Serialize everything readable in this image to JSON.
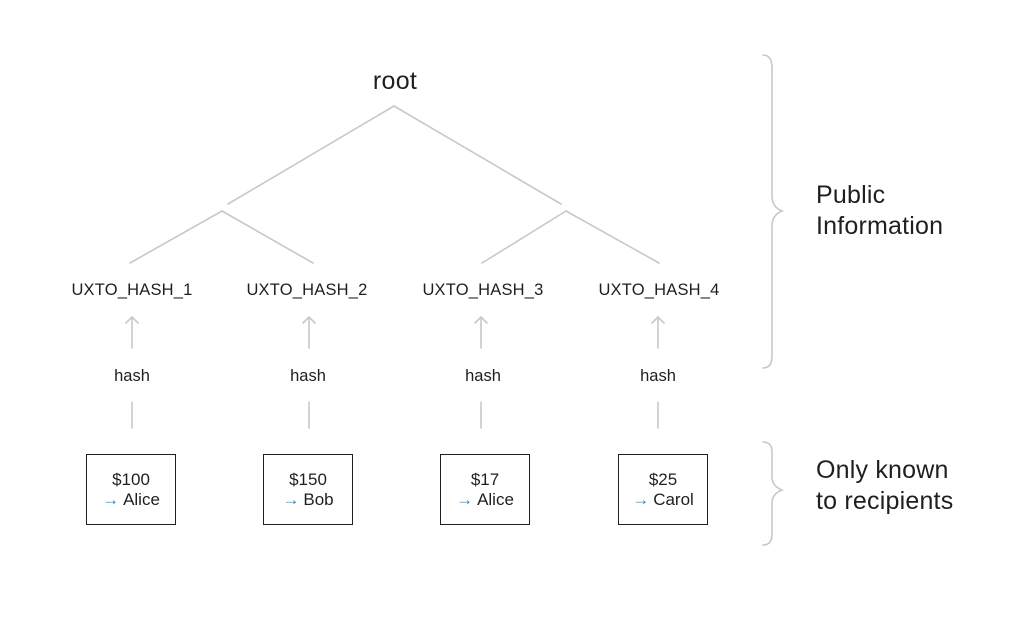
{
  "root_label": "root",
  "hash_nodes": [
    {
      "label": "UXTO_HASH_1"
    },
    {
      "label": "UXTO_HASH_2"
    },
    {
      "label": "UXTO_HASH_3"
    },
    {
      "label": "UXTO_HASH_4"
    }
  ],
  "hash_function_label": "hash",
  "utxos": [
    {
      "amount": "$100",
      "recipient": "Alice"
    },
    {
      "amount": "$150",
      "recipient": "Bob"
    },
    {
      "amount": "$17",
      "recipient": "Alice"
    },
    {
      "amount": "$25",
      "recipient": "Carol"
    }
  ],
  "arrow_icon": "→",
  "braces": {
    "public": [
      "Public",
      "Information"
    ],
    "private": [
      "Only known",
      "to recipients"
    ]
  },
  "colors": {
    "text": "#1f1f1f",
    "lines": "#c8c8c8",
    "arrow": "#1a8fd6"
  }
}
